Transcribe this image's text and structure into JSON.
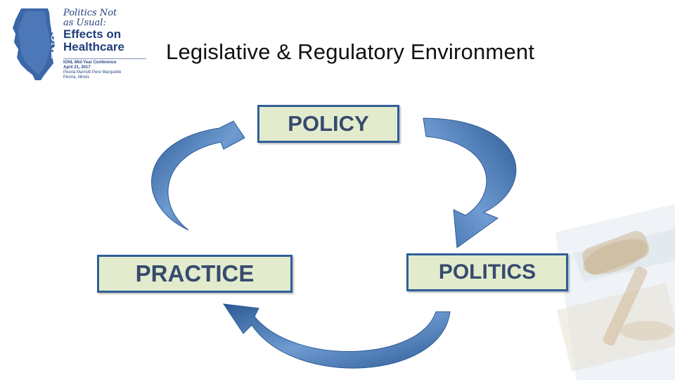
{
  "header": {
    "title": "Legislative & Regulatory Environment"
  },
  "logo": {
    "org": "IONL",
    "title_line1": "Politics Not",
    "title_line2": "as Usual:",
    "title_line3": "Effects on",
    "title_line4": "Healthcare",
    "conference_name": "IONL Mid-Year Conference",
    "conference_date": "April 21, 2017",
    "venue": "Peoria Marriott Pere Marquette",
    "city": "Peoria, Illinois"
  },
  "diagram": {
    "nodes": [
      {
        "id": "policy",
        "label": "POLICY"
      },
      {
        "id": "practice",
        "label": "PRACTICE"
      },
      {
        "id": "politics",
        "label": "POLITICS"
      }
    ],
    "cycle": [
      "practice",
      "policy",
      "politics",
      "practice"
    ],
    "colors": {
      "box_fill": "#e2eccd",
      "box_border": "#2f5f97",
      "box_text": "#374a6e",
      "arrow_light": "#6f9bd2",
      "arrow_dark": "#2d5b95",
      "title_text": "#111111"
    }
  }
}
